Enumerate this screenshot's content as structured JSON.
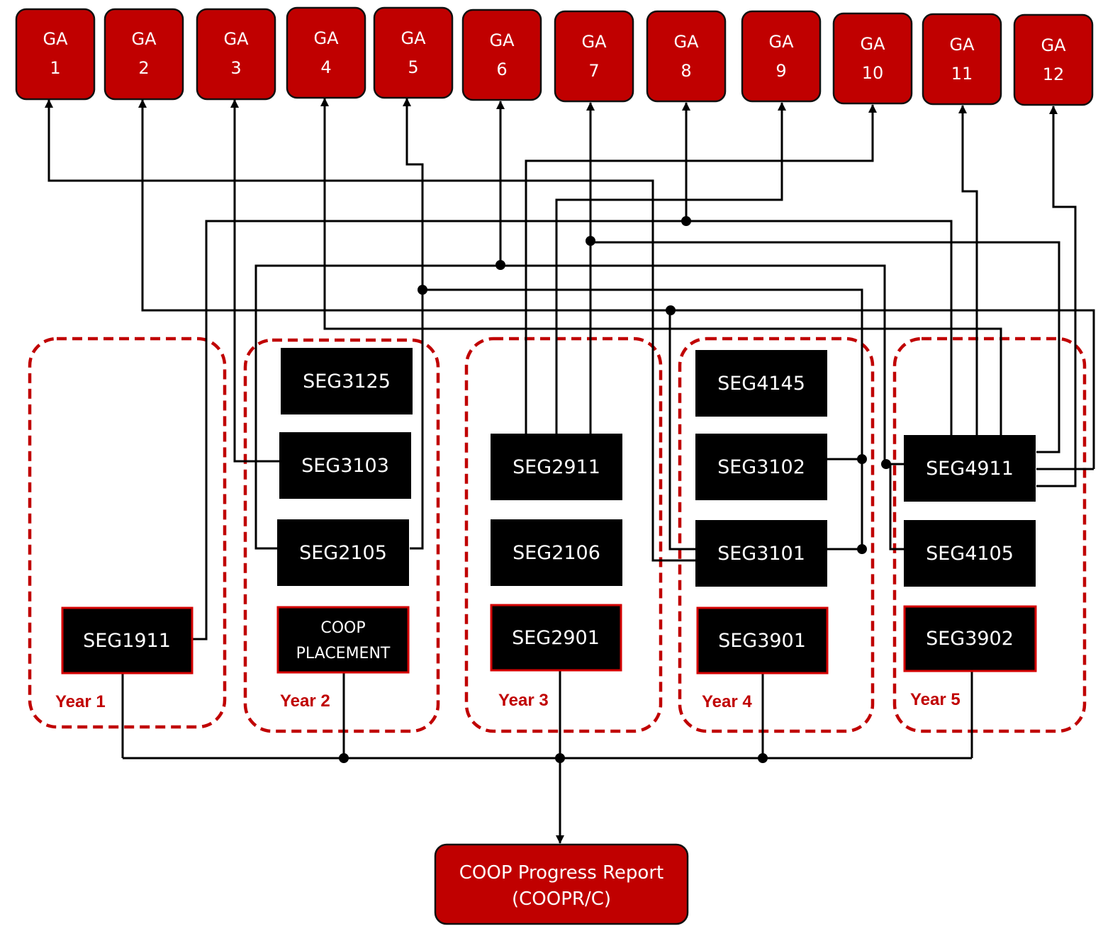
{
  "graduate_attributes": [
    {
      "prefix": "GA",
      "number": "1"
    },
    {
      "prefix": "GA",
      "number": "2"
    },
    {
      "prefix": "GA",
      "number": "3"
    },
    {
      "prefix": "GA",
      "number": "4"
    },
    {
      "prefix": "GA",
      "number": "5"
    },
    {
      "prefix": "GA",
      "number": "6"
    },
    {
      "prefix": "GA",
      "number": "7"
    },
    {
      "prefix": "GA",
      "number": "8"
    },
    {
      "prefix": "GA",
      "number": "9"
    },
    {
      "prefix": "GA",
      "number": "10"
    },
    {
      "prefix": "GA",
      "number": "11"
    },
    {
      "prefix": "GA",
      "number": "12"
    }
  ],
  "years": [
    {
      "label": "Year 1"
    },
    {
      "label": "Year 2"
    },
    {
      "label": "Year 3"
    },
    {
      "label": "Year 4"
    },
    {
      "label": "Year 5"
    }
  ],
  "courses": {
    "seg1911": "SEG1911",
    "seg3125": "SEG3125",
    "seg3103": "SEG3103",
    "seg2105": "SEG2105",
    "coop_line1": "COOP",
    "coop_line2": "PLACEMENT",
    "seg2911": "SEG2911",
    "seg2106": "SEG2106",
    "seg2901": "SEG2901",
    "seg4145": "SEG4145",
    "seg3102": "SEG3102",
    "seg3101": "SEG3101",
    "seg3901": "SEG3901",
    "seg4911": "SEG4911",
    "seg4105": "SEG4105",
    "seg3902": "SEG3902"
  },
  "report": {
    "line1": "COOP Progress Report",
    "line2": "(COOPR/C)"
  },
  "colors": {
    "accent_red": "#c00000",
    "course_fill": "#000000",
    "connector": "#000000",
    "text_light": "#ffffff"
  }
}
